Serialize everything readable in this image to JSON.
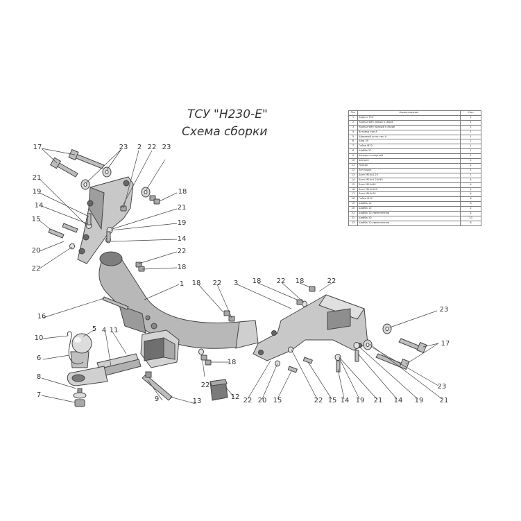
{
  "title": {
    "line1": "ТСУ \"H230-E\"",
    "line2": "Схема сборки"
  },
  "parts_table": {
    "headers": {
      "number": "Поз",
      "name": "Наименование",
      "quantity": "К-во"
    },
    "rows": [
      {
        "number": "1",
        "name": "Корпус ТСУ",
        "quantity": "1"
      },
      {
        "number": "2",
        "name": "Кронштейн левый в сборе",
        "quantity": "1"
      },
      {
        "number": "3",
        "name": "Кронштейн правый в сборе",
        "quantity": "1"
      },
      {
        "number": "4",
        "name": "Вставка тип A",
        "quantity": "1"
      },
      {
        "number": "5",
        "name": "Шаровый шток тип A",
        "quantity": "1"
      },
      {
        "number": "6",
        "name": "Шар 50",
        "quantity": "1"
      },
      {
        "number": "7",
        "name": "Гайка M22",
        "quantity": "1"
      },
      {
        "number": "8",
        "name": "Шайба 22",
        "quantity": "1"
      },
      {
        "number": "9",
        "name": "Штырь стопорный",
        "quantity": "1"
      },
      {
        "number": "10",
        "name": "Шплинт",
        "quantity": "1"
      },
      {
        "number": "11",
        "name": "Тросик",
        "quantity": "1"
      },
      {
        "number": "12",
        "name": "Заглушка",
        "quantity": "1"
      },
      {
        "number": "13",
        "name": "Болт M10x1.25",
        "quantity": "1"
      },
      {
        "number": "14",
        "name": "Болт M10x1.25x30",
        "quantity": "4"
      },
      {
        "number": "15",
        "name": "Болт M10x30",
        "quantity": "4"
      },
      {
        "number": "16",
        "name": "Болт M10x100",
        "quantity": "1"
      },
      {
        "number": "17",
        "name": "Болт M10x70",
        "quantity": "4"
      },
      {
        "number": "18",
        "name": "Гайка M10",
        "quantity": "8"
      },
      {
        "number": "19",
        "name": "Шайба 10",
        "quantity": "8"
      },
      {
        "number": "20",
        "name": "Шайба 10",
        "quantity": "2"
      },
      {
        "number": "21",
        "name": "Шайба 10 увеличенная",
        "quantity": "4"
      },
      {
        "number": "22",
        "name": "Шайба 10",
        "quantity": "10"
      },
      {
        "number": "23",
        "name": "Шайба 10 увеличенная",
        "quantity": "8"
      }
    ]
  },
  "callouts": [
    "17",
    "23",
    "2",
    "22",
    "23",
    "18",
    "21",
    "19",
    "14",
    "15",
    "20",
    "22",
    "21",
    "19",
    "14",
    "22",
    "18",
    "1",
    "18",
    "22",
    "3",
    "18",
    "22",
    "18",
    "22",
    "16",
    "10",
    "6",
    "5",
    "4",
    "11",
    "8",
    "7",
    "9",
    "13",
    "12",
    "22",
    "18",
    "23",
    "17",
    "22",
    "20",
    "15",
    "22",
    "15",
    "14",
    "19",
    "21",
    "14",
    "19",
    "23",
    "21"
  ]
}
